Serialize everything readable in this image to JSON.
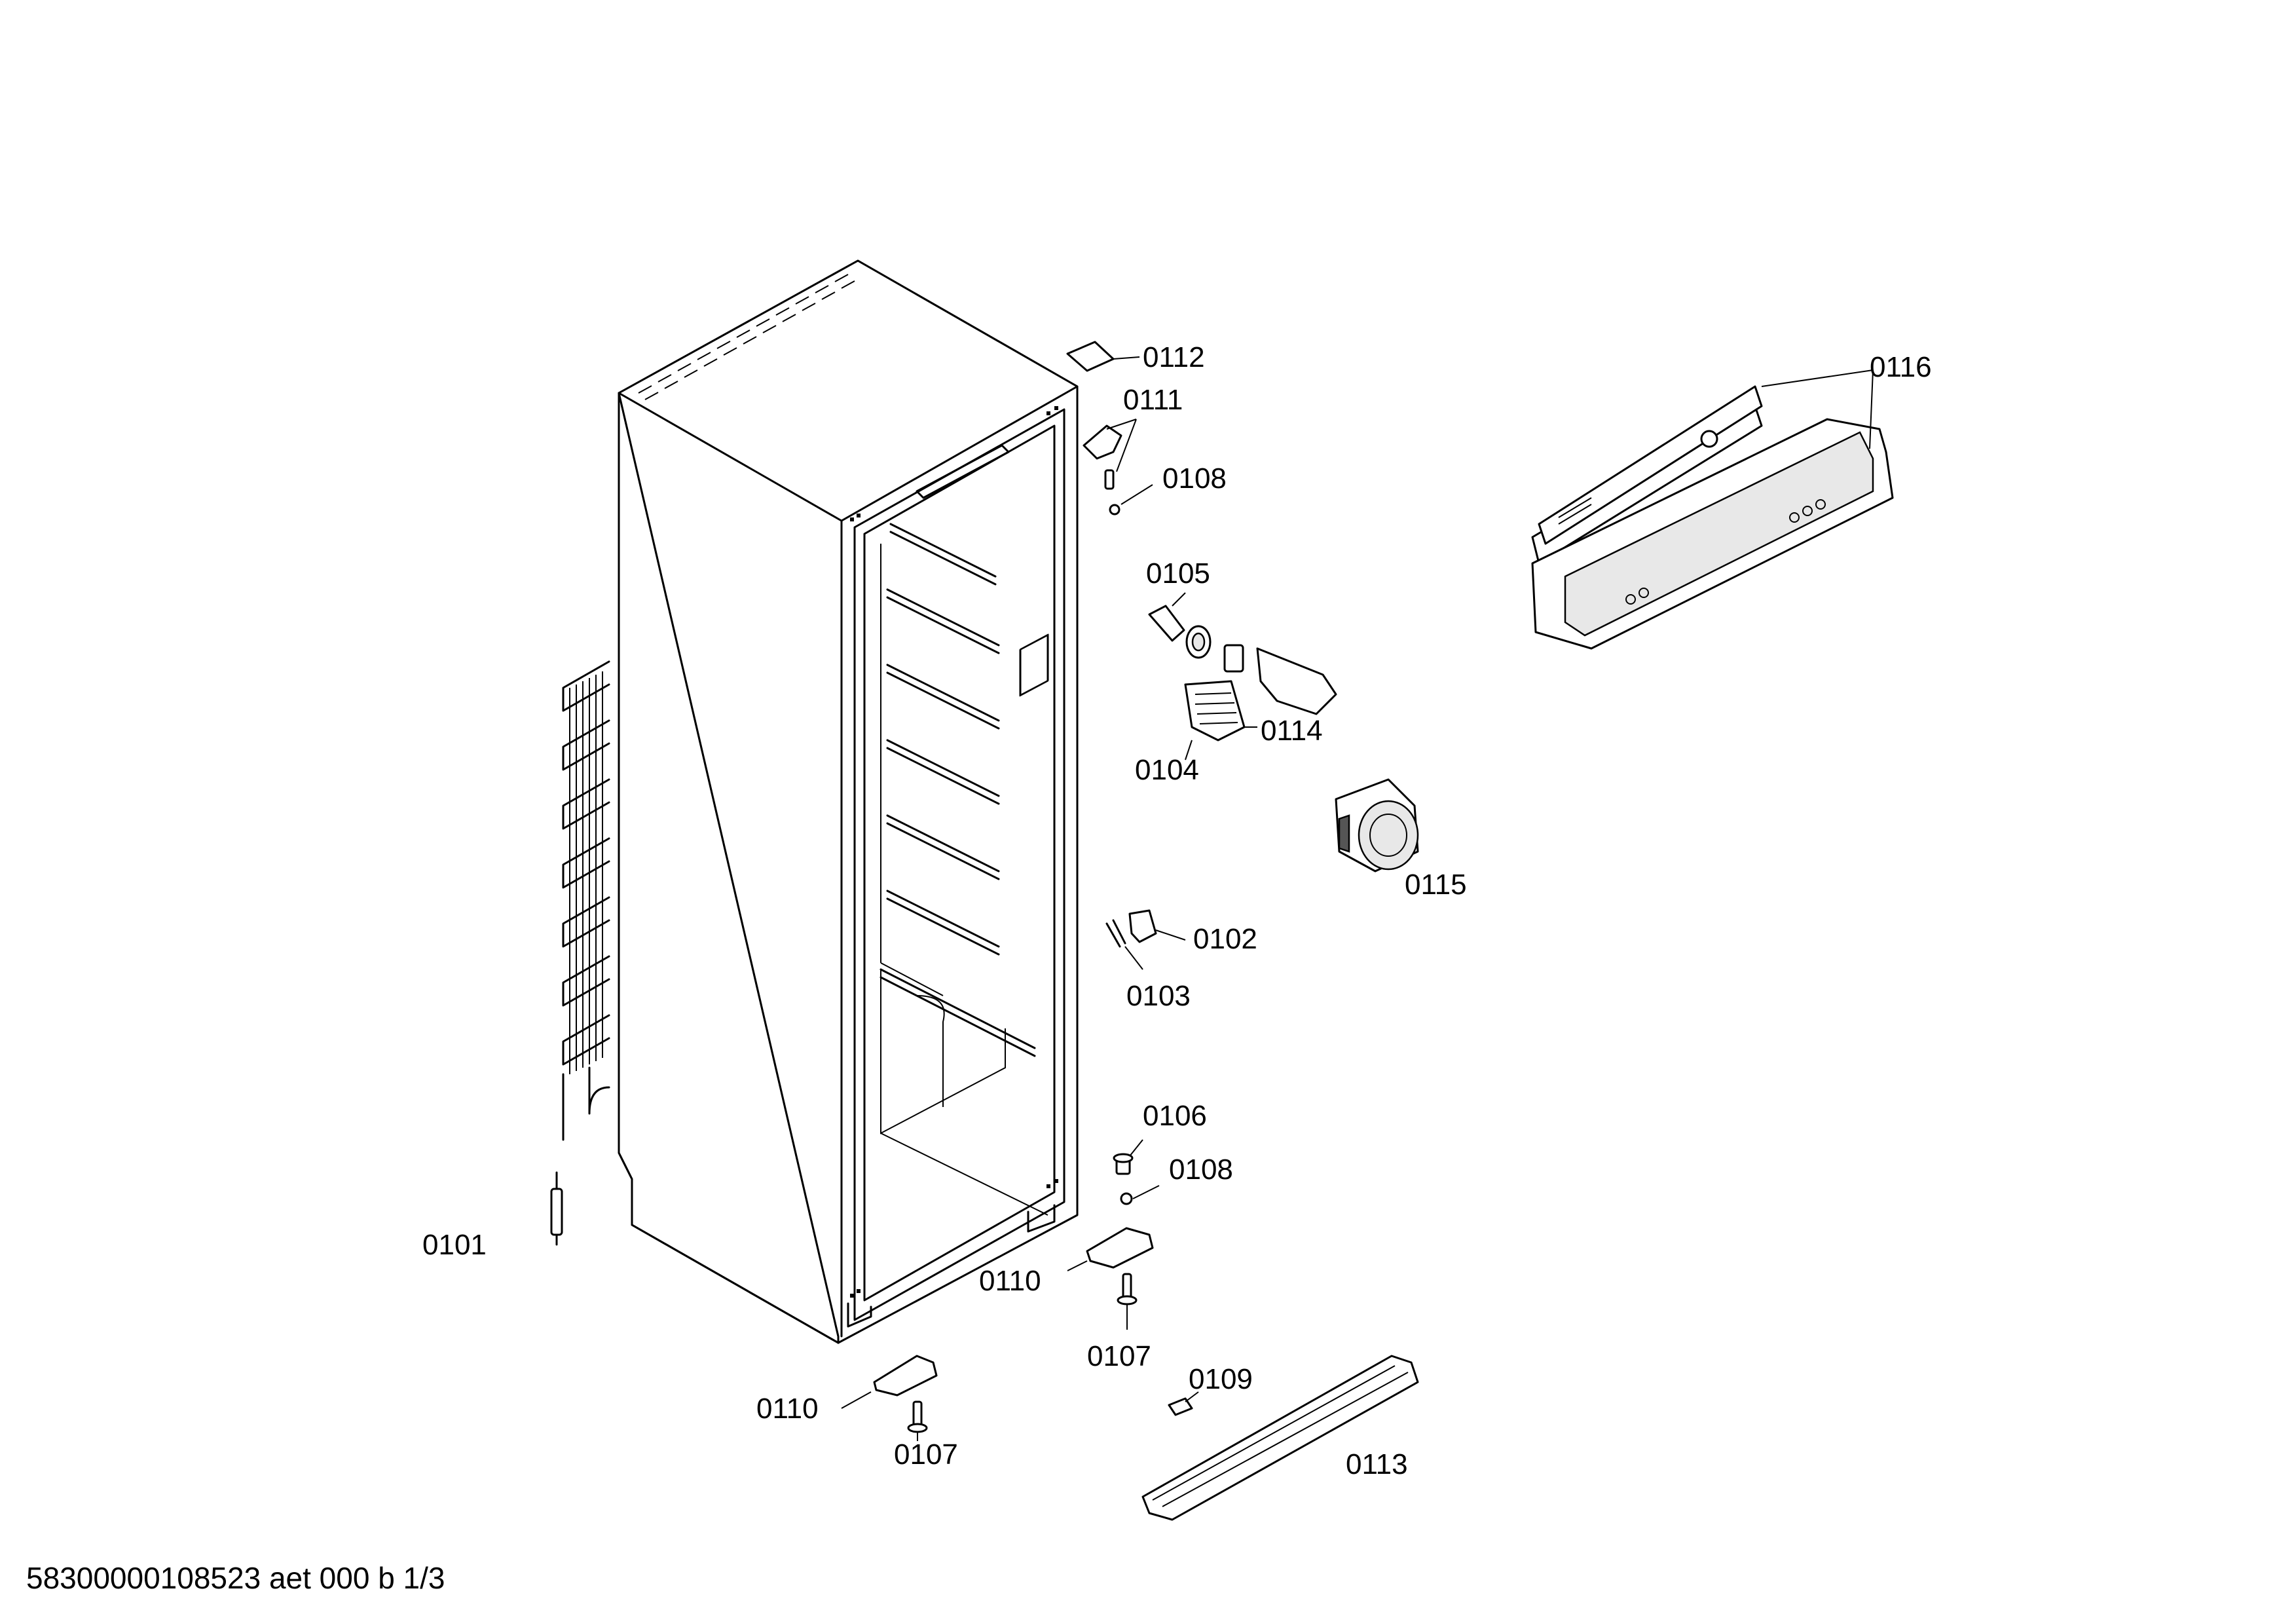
{
  "labels": {
    "p0101": "0101",
    "p0102": "0102",
    "p0103": "0103",
    "p0104": "0104",
    "p0105": "0105",
    "p0106": "0106",
    "p0107a": "0107",
    "p0107b": "0107",
    "p0108a": "0108",
    "p0108b": "0108",
    "p0109": "0109",
    "p0110a": "0110",
    "p0110b": "0110",
    "p0111": "0111",
    "p0112": "0112",
    "p0113": "0113",
    "p0114": "0114",
    "p0115": "0115",
    "p0116": "0116"
  },
  "footer": "58300000108523 aet 000 b 1/3"
}
